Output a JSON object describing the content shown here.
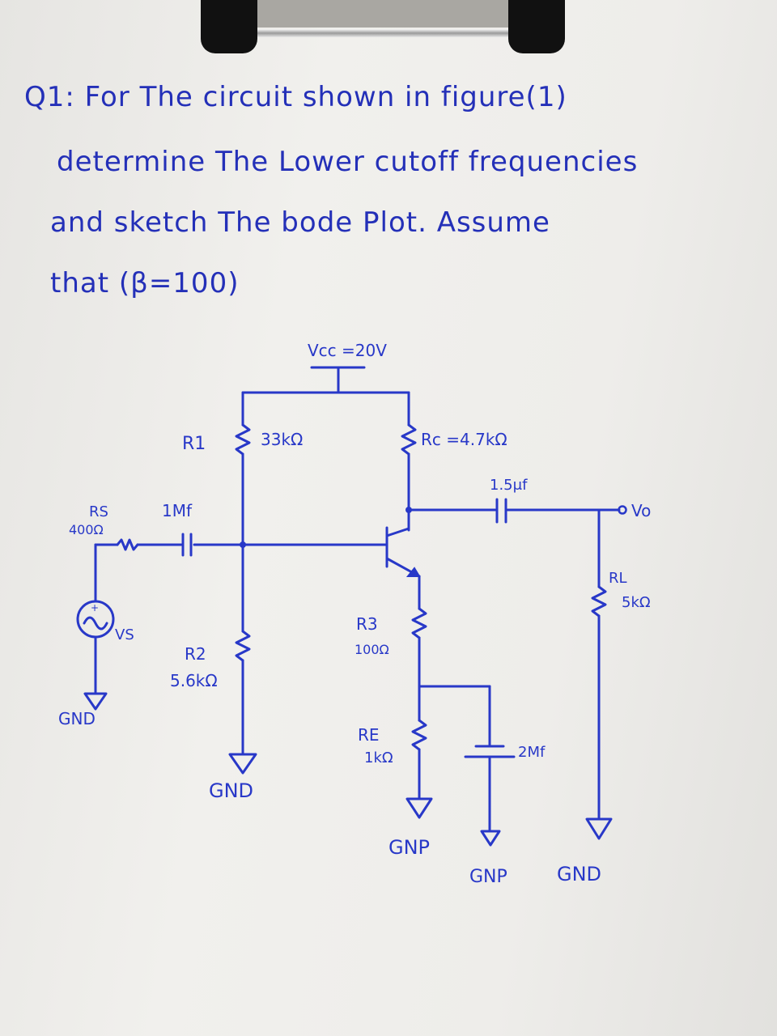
{
  "question": {
    "line1": "Q1: For The circuit shown in figure(1)",
    "line2": "determine The Lower cutoff frequencies",
    "line3": "and sketch The bode Plot. Assume",
    "line4": "that (β=100)"
  },
  "circuit": {
    "vcc": "Vcc =20V",
    "r1_name": "R1",
    "r1_value": "33kΩ",
    "rc": "Rc =4.7kΩ",
    "c_out": "1.5μf",
    "vo": "Vo",
    "rs_name": "RS",
    "rs_value": "400Ω",
    "c_in": "1Mf",
    "vs": "VS",
    "r2_name": "R2",
    "r2_value": "5.6kΩ",
    "r3_name": "R3",
    "r3_value": "100Ω",
    "re_name": "RE",
    "re_value": "1kΩ",
    "c_e": "2Mf",
    "rl_name": "RL",
    "rl_value": "5kΩ",
    "gnd_vs": "GND",
    "gnd_r2": "GND",
    "gnd_re": "GNP",
    "gnd_ce": "GNP",
    "gnd_rl": "GND"
  },
  "colors": {
    "ink": "#2838c8",
    "paper": "#efeeeb",
    "clip": "#111111"
  }
}
